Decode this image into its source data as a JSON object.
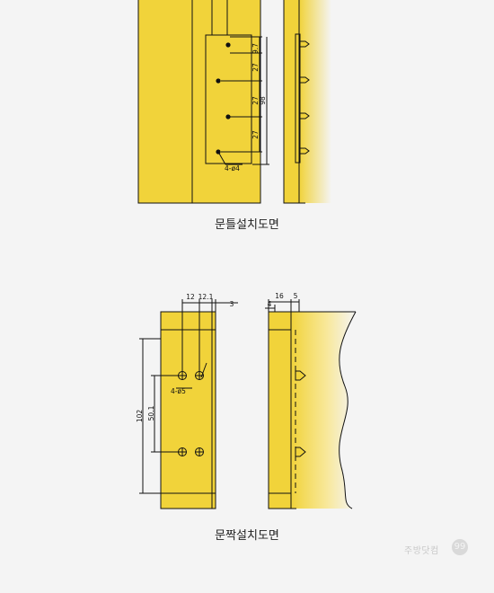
{
  "top_drawing": {
    "caption": "문틀설치도면",
    "dims": {
      "d1": "9.7",
      "d2": "27",
      "d3": "27",
      "d4": "27",
      "total": "98"
    },
    "hole_label": "4-ø4"
  },
  "bottom_drawing": {
    "caption": "문짝설치도면",
    "dims": {
      "w1": "12",
      "w2": "12.1",
      "w3": "3",
      "s1": "16",
      "s2": "5",
      "s3": "4",
      "h1": "102",
      "h2": "50.1"
    },
    "hole_label": "4-ø5"
  },
  "watermark": {
    "text": "주방닷컴",
    "badge": "99"
  },
  "colors": {
    "yellow": "#f1d33a",
    "line": "#111111",
    "background": "#f4f4f4"
  }
}
